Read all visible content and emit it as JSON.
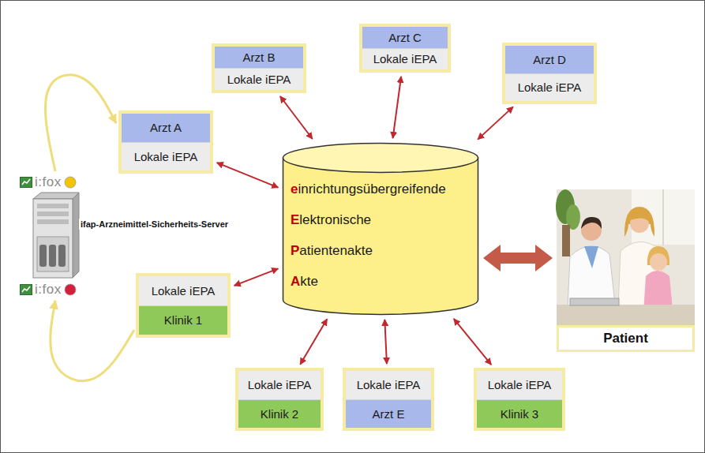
{
  "diagram": {
    "nodes": [
      {
        "text": [
          "Arzt B",
          "Lokale iEPA"
        ]
      },
      {
        "text": [
          "Arzt C",
          "Lokale iEPA"
        ]
      },
      {
        "text": [
          "Arzt D",
          "Lokale iEPA"
        ]
      },
      {
        "text": [
          "Arzt A",
          "Lokale iEPA"
        ]
      },
      {
        "text": [
          "i:fox"
        ]
      },
      {
        "text": [
          "einrichtungsübergreifende",
          "Elektronische",
          "Patientenakte",
          "Akte"
        ]
      },
      {
        "text": [
          "ifap-Arzneimittel-Sicherheits-Server"
        ]
      },
      {
        "text": [
          "Patient"
        ]
      },
      {
        "text": [
          "i:fox"
        ]
      },
      {
        "text": [
          "Lokale iEPA",
          "Klinik 1"
        ]
      },
      {
        "text": [
          "Lokale iEPA",
          "Klinik 2"
        ]
      },
      {
        "text": [
          "Lokale iEPA",
          "Arzt E"
        ]
      },
      {
        "text": [
          "Lokale iEPA",
          "Klinik 3"
        ]
      }
    ],
    "edges": [
      {
        "from": 0,
        "to": 5,
        "arrow": "both"
      },
      {
        "from": 1,
        "to": 5,
        "arrow": "both"
      },
      {
        "from": 2,
        "to": 5,
        "arrow": "both"
      },
      {
        "from": 3,
        "to": 5,
        "arrow": "both"
      },
      {
        "from": 9,
        "to": 5,
        "arrow": "both"
      },
      {
        "from": 10,
        "to": 5,
        "arrow": "both"
      },
      {
        "from": 11,
        "to": 5,
        "arrow": "both"
      },
      {
        "from": 12,
        "to": 5,
        "arrow": "both"
      },
      {
        "from": 5,
        "to": 7,
        "arrow": "both"
      },
      {
        "from": 4,
        "to": 3,
        "arrow": "to"
      },
      {
        "from": 9,
        "to": 8,
        "arrow": "to"
      }
    ]
  }
}
